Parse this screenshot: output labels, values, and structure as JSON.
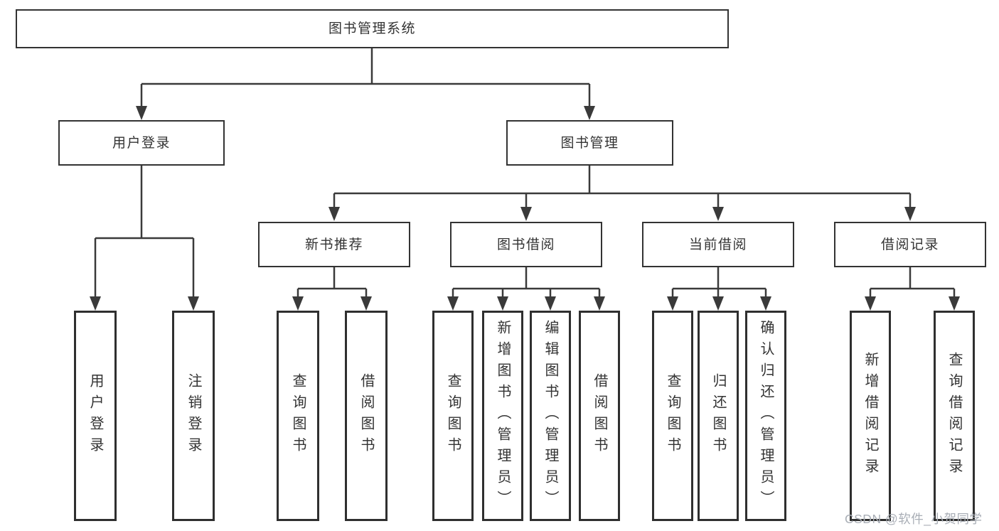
{
  "diagram": {
    "root": "图书管理系统",
    "level2": {
      "user_login": "用户登录",
      "book_management": "图书管理"
    },
    "level3": {
      "new_book_recommend": "新书推荐",
      "book_borrow": "图书借阅",
      "current_borrow": "当前借阅",
      "borrow_records": "借阅记录"
    },
    "leaves": {
      "user_login": [
        "用户登录",
        "注销登录"
      ],
      "new_book_recommend": [
        "查询图书",
        "借阅图书"
      ],
      "book_borrow": [
        "查询图书",
        "新增图书（管理员）",
        "编辑图书（管理员）",
        "借阅图书"
      ],
      "current_borrow": [
        "查询图书",
        "归还图书",
        "确认归还（管理员）"
      ],
      "borrow_records": [
        "新增借阅记录",
        "查询借阅记录"
      ]
    }
  },
  "watermark": "CSDN @软件_小贺同学",
  "colors": {
    "line": "#3a3a3a",
    "box_border": "#333333",
    "text": "#333333",
    "watermark": "#a9aeb6",
    "background": "#ffffff"
  }
}
